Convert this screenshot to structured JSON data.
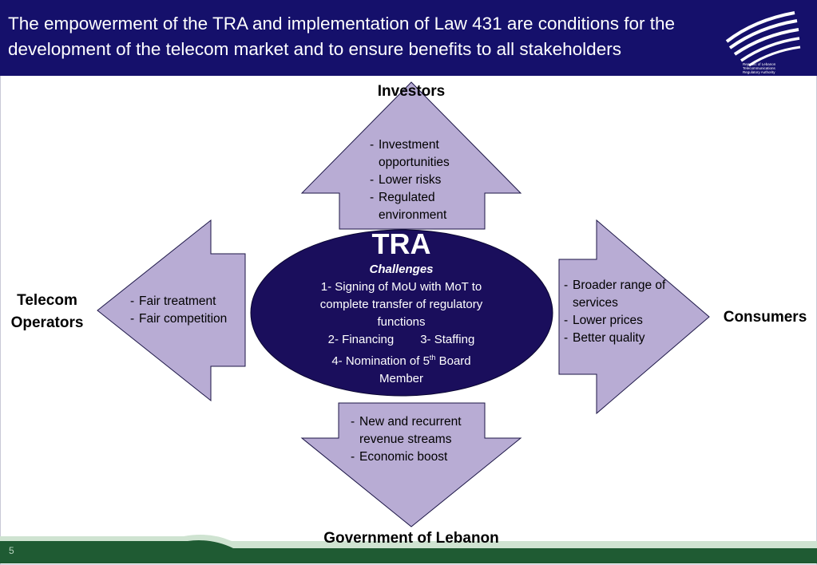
{
  "title": "The empowerment of the TRA and implementation of Law 431 are conditions for the development of the telecom market and to ensure benefits to all stakeholders",
  "logo": {
    "name": "tra-logo-icon",
    "lines": [
      "Republic of Lebanon",
      "Telecommunications",
      "Regulatory Authority"
    ]
  },
  "center": {
    "title": "TRA",
    "subtitle": "Challenges",
    "lines": [
      "1- Signing of MoU with MoT to",
      "complete transfer of regulatory",
      "functions",
      "2- Financing",
      "3- Staffing",
      "4- Nomination of 5",
      "th",
      "Board",
      "Member"
    ]
  },
  "stakeholders": {
    "investors": {
      "label": "Investors",
      "benefits": [
        "Investment opportunities",
        "Lower risks",
        "Regulated environment"
      ]
    },
    "operators": {
      "label_line1": "Telecom",
      "label_line2": "Operators",
      "benefits": [
        "Fair treatment",
        "Fair competition"
      ]
    },
    "consumers": {
      "label": "Consumers",
      "benefits": [
        "Broader range of services",
        "Lower prices",
        "Better quality"
      ]
    },
    "government": {
      "label": "Government of Lebanon",
      "benefits": [
        "New and recurrent revenue streams",
        "Economic boost"
      ]
    }
  },
  "colors": {
    "header": "#15106b",
    "arrow_fill": "#b8acd4",
    "arrow_stroke": "#1b1546",
    "ellipse_fill": "#1a0e5c",
    "footer_green": "#1f5b33"
  },
  "slide_number": "5"
}
